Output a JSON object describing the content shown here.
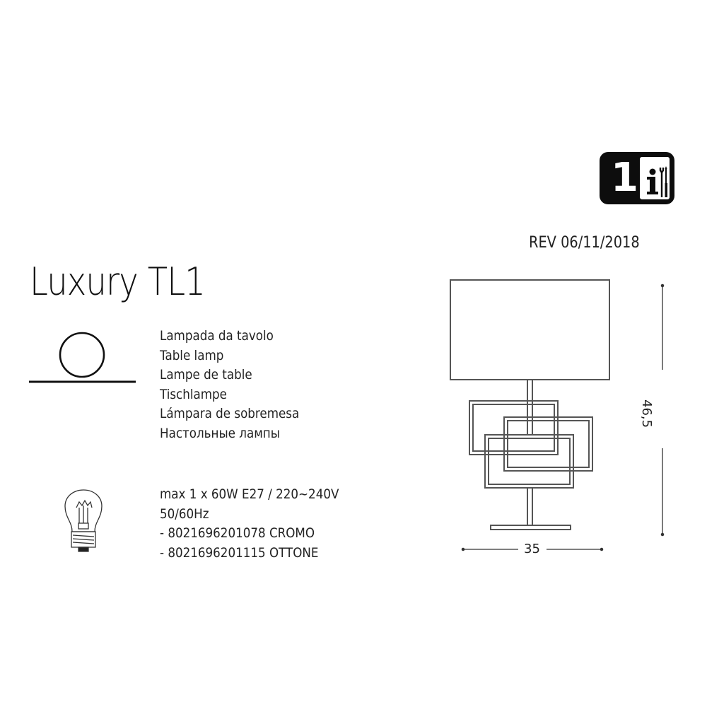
{
  "header": {
    "badge": {
      "number": "1",
      "info_glyph": "i",
      "icons": [
        "info-icon",
        "tools-icon"
      ]
    },
    "revision": "REV 06/11/2018"
  },
  "product": {
    "name": "Luxury TL1",
    "symbol": "table-lamp-symbol-icon",
    "types": [
      "Lampada da tavolo",
      "Table lamp",
      "Lampe de table",
      "Tischlampe",
      "Lámpara de sobremesa",
      "Настольные лампы"
    ]
  },
  "specs": {
    "bulb_icon": "light-bulb-icon",
    "lines": [
      "max 1 x 60W E27 / 220~240V",
      "50/60Hz",
      "- 8021696201078 CROMO",
      "- 8021696201115 OTTONE"
    ]
  },
  "drawing": {
    "width_label": "35",
    "height_label": "46,5",
    "line_color": "#555555"
  }
}
